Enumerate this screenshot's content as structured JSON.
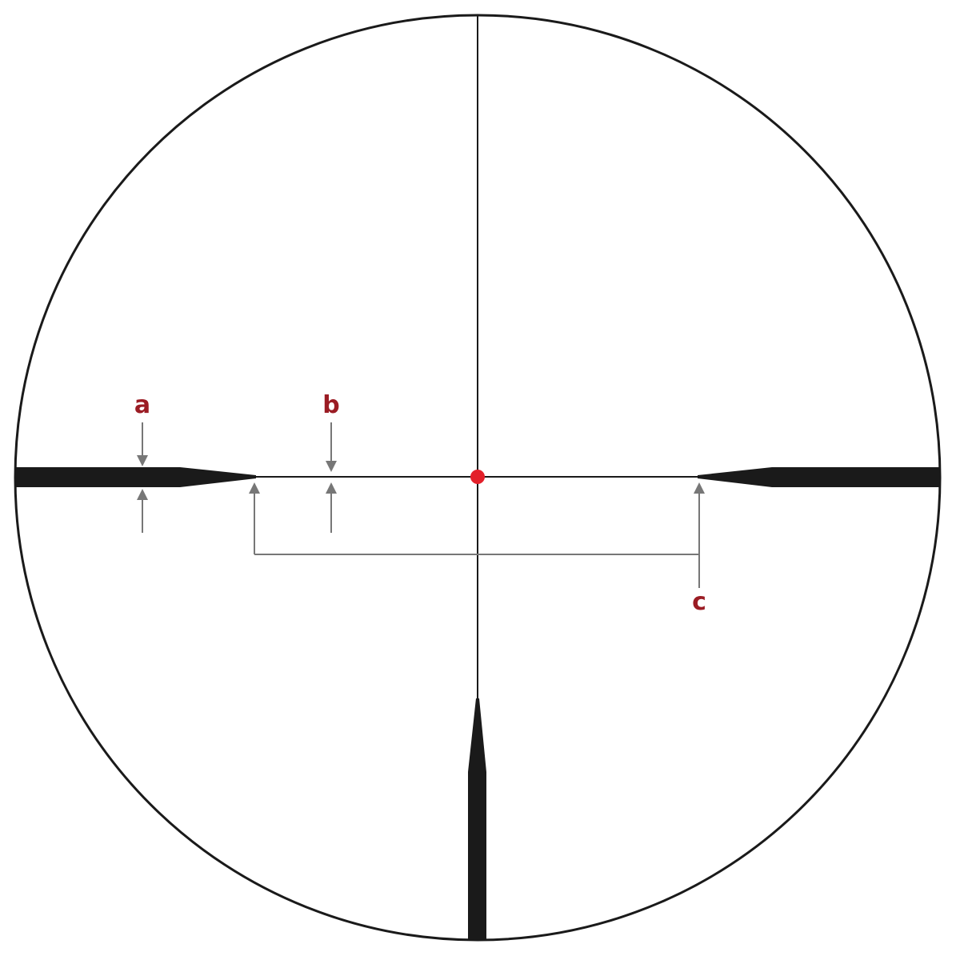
{
  "diagram": {
    "labels": {
      "a": "a",
      "b": "b",
      "c": "c"
    },
    "colors": {
      "reticle": "#1a1a1a",
      "annotation": "#777777",
      "label": "#9b1c24",
      "center_dot": "#e3202a",
      "background": "#ffffff"
    }
  }
}
